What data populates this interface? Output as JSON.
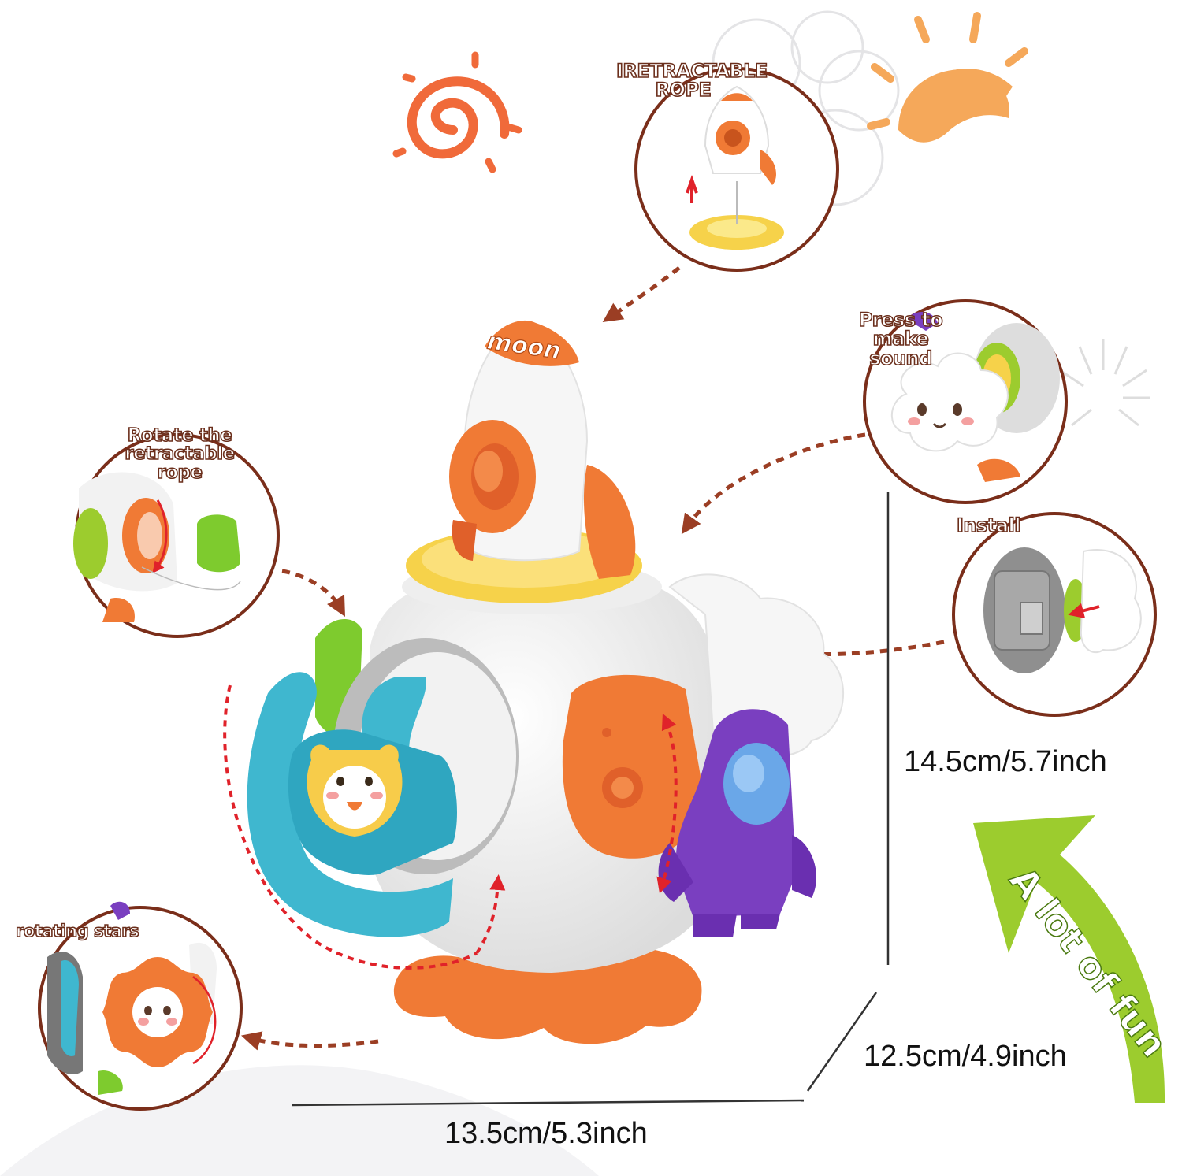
{
  "callouts": {
    "retractable_rope": "IRETRACTABLE\nROPE",
    "press_to_make_sound": "Press to\nmake sound",
    "rotate_retractable_rope": "Rotate the\nretractable rope",
    "install": "Install",
    "rotating_stars": "rotating stars"
  },
  "rocket_label": "moon",
  "dimensions": {
    "height": "14.5cm/5.7inch",
    "depth": "12.5cm/4.9inch",
    "width": "13.5cm/5.3inch"
  },
  "badge": {
    "text": "A lot of fun"
  },
  "colors": {
    "accent_orange": "#f07a35",
    "arrow_brown": "#9b3e24",
    "steering_blue": "#3fb7cf",
    "badge_green": "#9ccc2e",
    "purple": "#7a3fc0",
    "yellow": "#f6d24a"
  }
}
